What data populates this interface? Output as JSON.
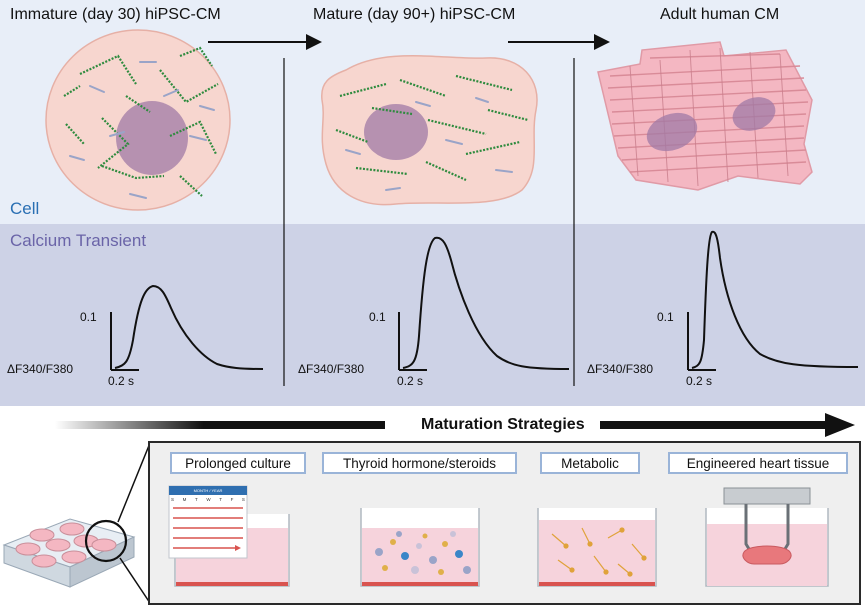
{
  "stages": [
    {
      "title": "Immature (day 30) hiPSC-CM"
    },
    {
      "title": "Mature (day 90+) hiPSC-CM"
    },
    {
      "title": "Adult human CM"
    }
  ],
  "sections": {
    "cell": "Cell",
    "calcium": "Calcium Transient"
  },
  "transient_axes": {
    "y_scale": "0.1",
    "x_scale": "0.2 s",
    "y_label": "ΔF340/F380"
  },
  "maturation": {
    "title": "Maturation Strategies",
    "strategies": [
      {
        "label": "Prolonged culture"
      },
      {
        "label": "Thyroid hormone/steroids"
      },
      {
        "label": "Metabolic"
      },
      {
        "label": "Engineered heart tissue"
      }
    ]
  },
  "calendar": {
    "header": "MONTH / YEAR",
    "days": [
      "S",
      "M",
      "T",
      "W",
      "T",
      "F",
      "S"
    ]
  },
  "colors": {
    "cell_band": "#e8eef8",
    "calcium_band": "#cdd2e6",
    "cell_fill": "#f7d6cf",
    "nucleus": "#a07aa6",
    "sarcomere": "#2e8b3e",
    "medium": "#f6d3dc",
    "bottom_layer": "#d9534f"
  }
}
